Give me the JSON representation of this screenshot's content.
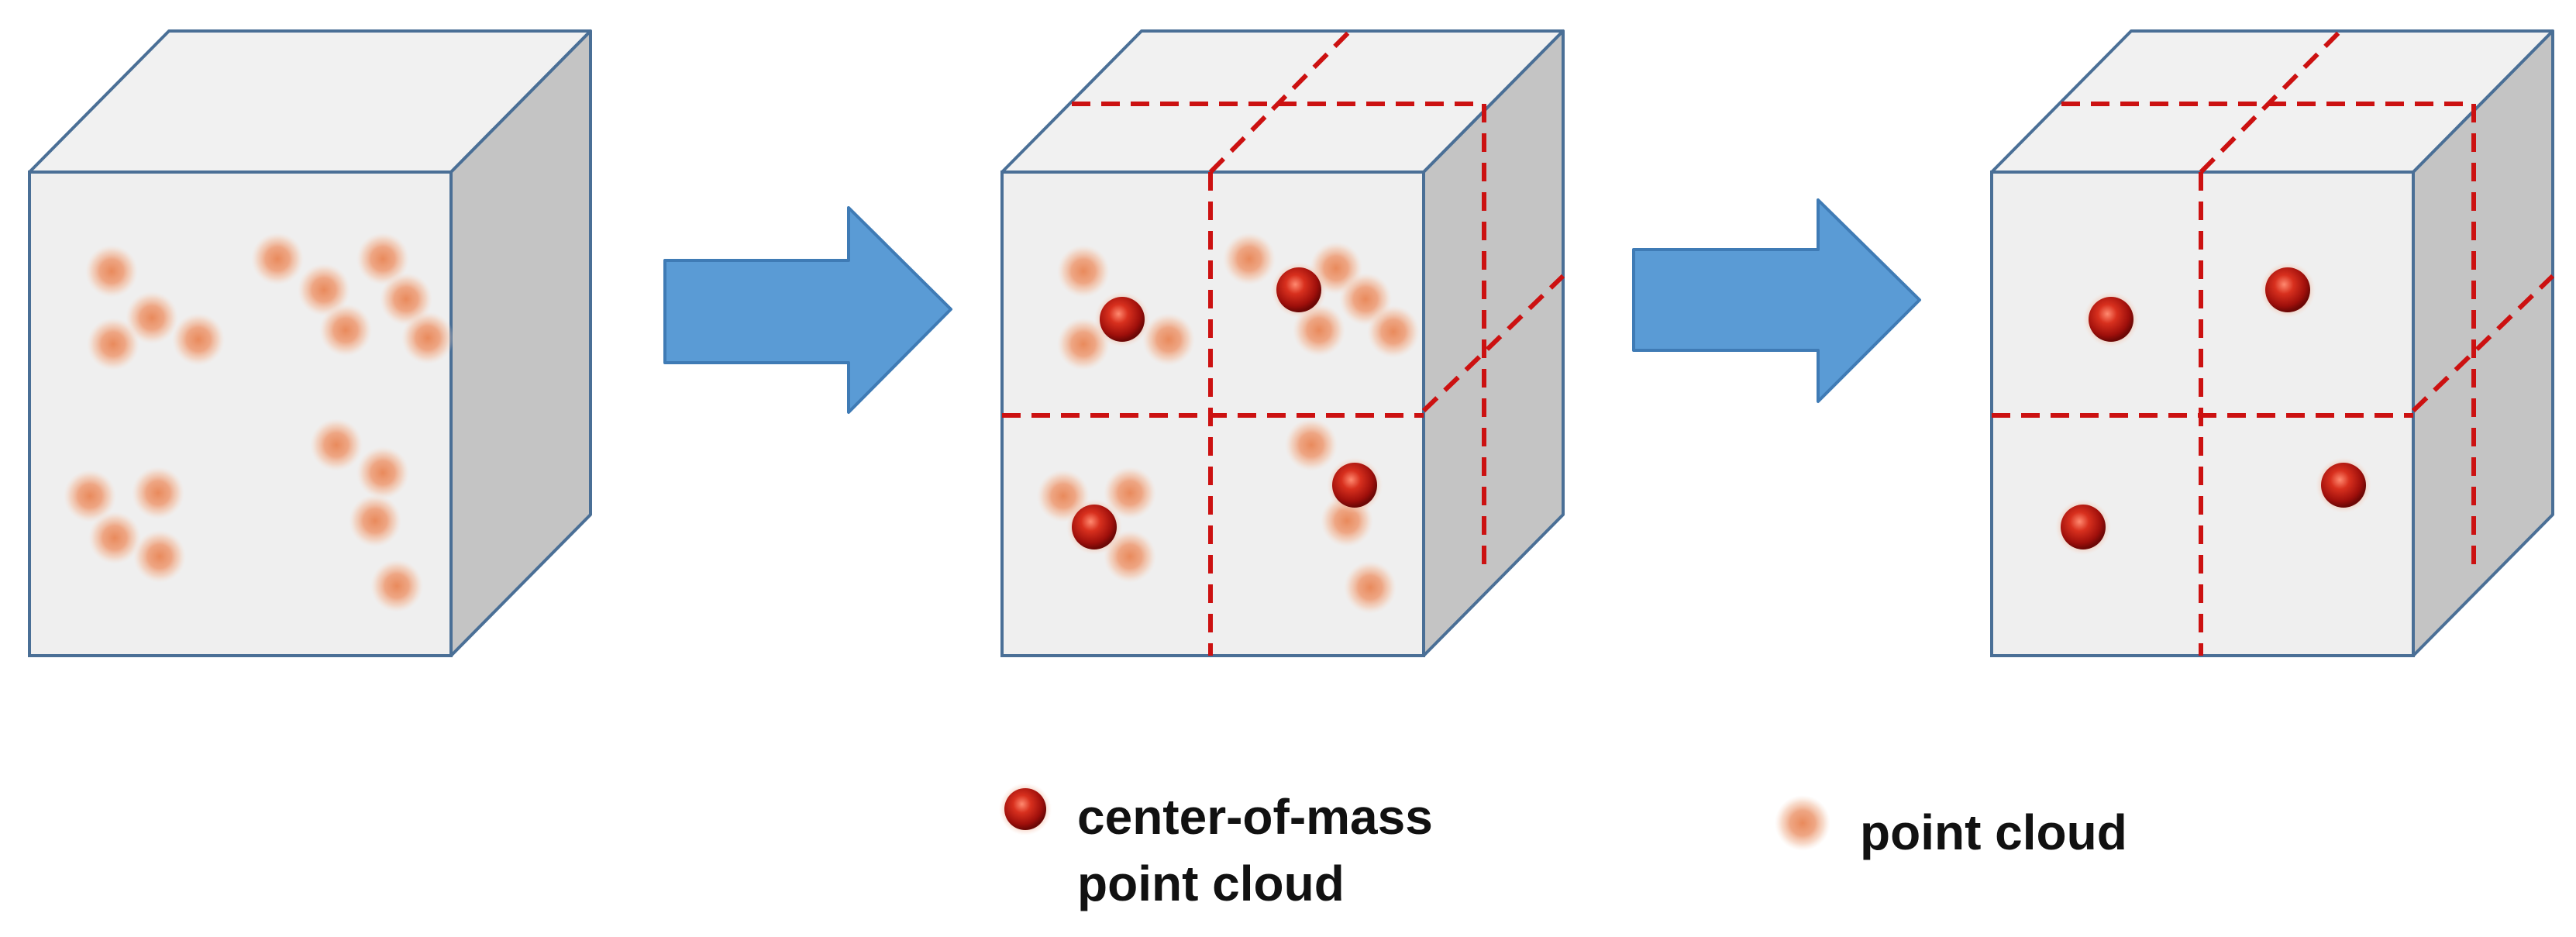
{
  "colors": {
    "cube_face": "#efefef",
    "cube_top": "#f1f1f1",
    "cube_side": "#c4c4c4",
    "cube_edge": "#4a6f96",
    "arrow_fill": "#5a9bd5",
    "arrow_edge": "#3f7bb5",
    "grid_line": "#cc1111",
    "center_of_mass_point": "#b3170f",
    "point_cloud_point": "#e5956b"
  },
  "legend": {
    "center_of_mass_label_line1": "center-of-mass",
    "center_of_mass_label_line2": "point cloud",
    "point_cloud_label": "point cloud"
  }
}
